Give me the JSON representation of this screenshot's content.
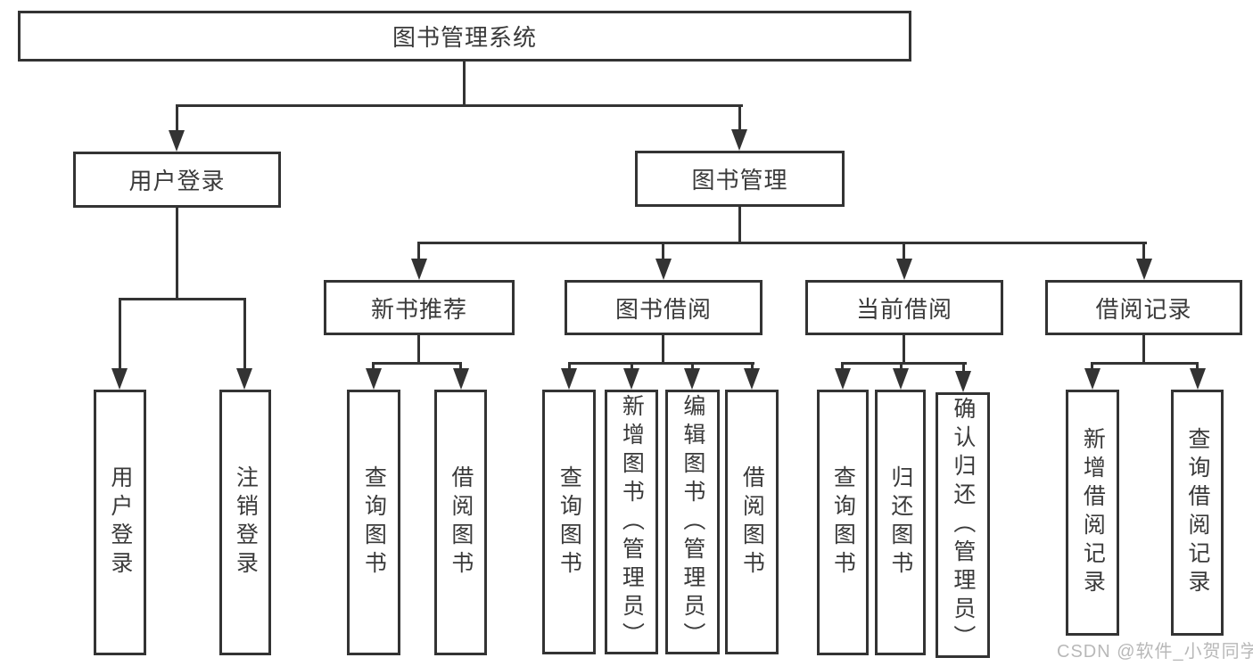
{
  "diagram_type": "hierarchy-tree",
  "tree": {
    "label": "图书管理系统",
    "children": [
      {
        "label": "用户登录",
        "children": [
          {
            "label": "用户登录"
          },
          {
            "label": "注销登录"
          }
        ]
      },
      {
        "label": "图书管理",
        "children": [
          {
            "label": "新书推荐",
            "children": [
              {
                "label": "查询图书"
              },
              {
                "label": "借阅图书"
              }
            ]
          },
          {
            "label": "图书借阅",
            "children": [
              {
                "label": "查询图书"
              },
              {
                "label": "新增图书（管理员）"
              },
              {
                "label": "编辑图书（管理员）"
              },
              {
                "label": "借阅图书"
              }
            ]
          },
          {
            "label": "当前借阅",
            "children": [
              {
                "label": "查询图书"
              },
              {
                "label": "归还图书"
              },
              {
                "label": "确认归还（管理员）"
              }
            ]
          },
          {
            "label": "借阅记录",
            "children": [
              {
                "label": "新增借阅记录"
              },
              {
                "label": "查询借阅记录"
              }
            ]
          }
        ]
      }
    ]
  },
  "watermark": {
    "text": "CSDN @软件_小贺同学"
  },
  "colors": {
    "line": "#333333",
    "text": "#3a3a3a",
    "watermark": "#b8b8b8",
    "background": "#ffffff"
  }
}
